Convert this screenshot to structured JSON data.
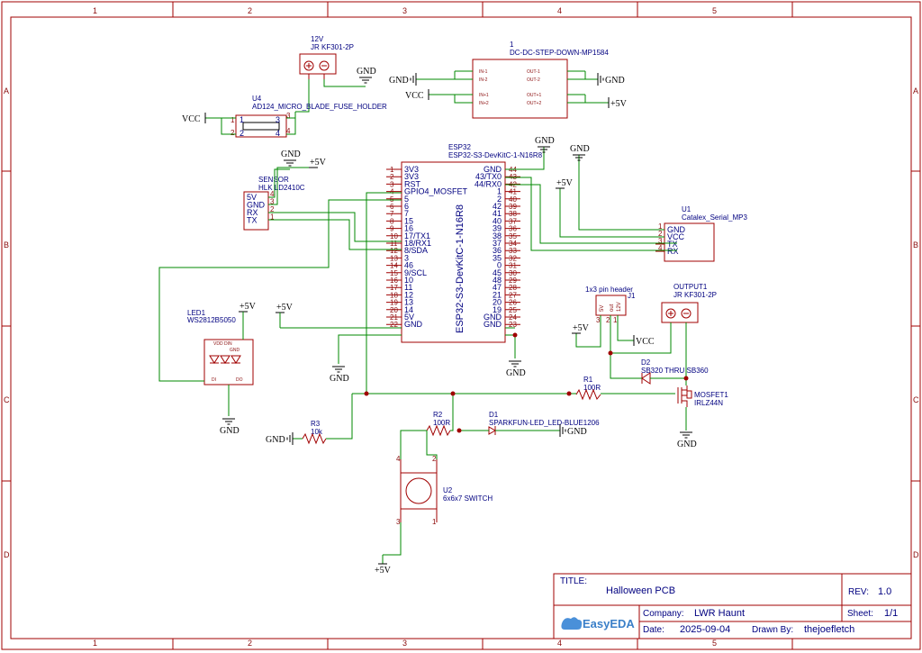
{
  "border": {
    "cols": [
      "1",
      "2",
      "3",
      "4",
      "5"
    ],
    "rows": [
      "A",
      "B",
      "C",
      "D"
    ]
  },
  "components": {
    "j12v": {
      "ref": "12V",
      "value": "JR KF301-2P"
    },
    "u4": {
      "ref": "U4",
      "value": "AD124_MICRO_BLADE_FUSE_HOLDER"
    },
    "dcdc": {
      "ref": "1",
      "value": "DC-DC-STEP-DOWN-MP1584"
    },
    "esp32": {
      "ref": "ESP32",
      "value": "ESP32-S3-DevKitC-1-N16R8",
      "body_label": "ESP32-S3-DevKitC-1-N16R8"
    },
    "sensor": {
      "ref": "SENSOR",
      "value": "HLK LD2410C"
    },
    "u1": {
      "ref": "U1",
      "value": "Catalex_Serial_MP3"
    },
    "header": {
      "ref": "1x3 pin header",
      "value": "J1"
    },
    "output1": {
      "ref": "OUTPUT1",
      "value": "JR KF301-2P"
    },
    "led1": {
      "ref": "LED1",
      "value": "WS2812B5050"
    },
    "d2": {
      "ref": "D2",
      "value": "SB320 THRU SB360"
    },
    "r1": {
      "ref": "R1",
      "value": "100R"
    },
    "mosfet1": {
      "ref": "MOSFET1",
      "value": "IRLZ44N"
    },
    "r2": {
      "ref": "R2",
      "value": "100R"
    },
    "d1": {
      "ref": "D1",
      "value": "SPARKFUN-LED_LED-BLUE1206"
    },
    "r3": {
      "ref": "R3",
      "value": "10k"
    },
    "u2": {
      "ref": "U2",
      "value": "6x6x7 SWITCH"
    }
  },
  "esp_left_pins": [
    {
      "num": "1",
      "name": "3V3"
    },
    {
      "num": "2",
      "name": "3V3"
    },
    {
      "num": "3",
      "name": "RST"
    },
    {
      "num": "4",
      "name": "GPIO4_MOSFET"
    },
    {
      "num": "5",
      "name": "5"
    },
    {
      "num": "6",
      "name": "6"
    },
    {
      "num": "7",
      "name": "7"
    },
    {
      "num": "8",
      "name": "15"
    },
    {
      "num": "9",
      "name": "16"
    },
    {
      "num": "10",
      "name": "17/TX1"
    },
    {
      "num": "11",
      "name": "18/RX1"
    },
    {
      "num": "12",
      "name": "8/SDA"
    },
    {
      "num": "13",
      "name": "3"
    },
    {
      "num": "14",
      "name": "46"
    },
    {
      "num": "15",
      "name": "9/SCL"
    },
    {
      "num": "16",
      "name": "10"
    },
    {
      "num": "17",
      "name": "11"
    },
    {
      "num": "18",
      "name": "12"
    },
    {
      "num": "19",
      "name": "13"
    },
    {
      "num": "20",
      "name": "14"
    },
    {
      "num": "21",
      "name": "5V"
    },
    {
      "num": "22",
      "name": "GND"
    }
  ],
  "esp_right_pins": [
    {
      "num": "44",
      "name": "GND"
    },
    {
      "num": "43",
      "name": "43/TX0"
    },
    {
      "num": "42",
      "name": "44/RX0"
    },
    {
      "num": "41",
      "name": "1"
    },
    {
      "num": "40",
      "name": "2"
    },
    {
      "num": "39",
      "name": "42"
    },
    {
      "num": "38",
      "name": "41"
    },
    {
      "num": "37",
      "name": "40"
    },
    {
      "num": "36",
      "name": "39"
    },
    {
      "num": "35",
      "name": "38"
    },
    {
      "num": "34",
      "name": "37"
    },
    {
      "num": "33",
      "name": "36"
    },
    {
      "num": "32",
      "name": "35"
    },
    {
      "num": "31",
      "name": "0"
    },
    {
      "num": "30",
      "name": "45"
    },
    {
      "num": "29",
      "name": "48"
    },
    {
      "num": "28",
      "name": "47"
    },
    {
      "num": "27",
      "name": "21"
    },
    {
      "num": "26",
      "name": "20"
    },
    {
      "num": "25",
      "name": "19"
    },
    {
      "num": "24",
      "name": "GND"
    },
    {
      "num": "23",
      "name": "GND"
    }
  ],
  "sensor_pins": [
    {
      "num": "4",
      "name": "5V"
    },
    {
      "num": "3",
      "name": "GND"
    },
    {
      "num": "2",
      "name": "RX"
    },
    {
      "num": "1",
      "name": "TX"
    }
  ],
  "mp3_pins": [
    {
      "num": "1",
      "name": "GND"
    },
    {
      "num": "2",
      "name": "VCC"
    },
    {
      "num": "3",
      "name": "TX"
    },
    {
      "num": "4",
      "name": "RX"
    }
  ],
  "header_pins": [
    {
      "num": "3",
      "name": "5V"
    },
    {
      "num": "2",
      "name": "out"
    },
    {
      "num": "1",
      "name": "12V"
    }
  ],
  "dcdc_pins": {
    "in1": "IN-1",
    "in2": "IN-2",
    "in3": "IN+1",
    "in4": "IN+2",
    "out1": "OUT-1",
    "out2": "OUT-2",
    "out3": "OUT+1",
    "out4": "OUT+2"
  },
  "led_inner": {
    "top": "VDD  DIN",
    "gnd": "GND",
    "di": "DI",
    "do": "DO"
  },
  "nets": {
    "gnd": "GND",
    "vcc": "VCC",
    "p5v": "+5V"
  },
  "title_block": {
    "title_label": "TITLE:",
    "title": "Halloween PCB",
    "rev_label": "REV:",
    "rev": "1.0",
    "company_label": "Company:",
    "company": "LWR Haunt",
    "sheet_label": "Sheet:",
    "sheet": "1/1",
    "date_label": "Date:",
    "date": "2025-09-04",
    "drawn_label": "Drawn By:",
    "drawn": "thejoefletch",
    "logo": "EasyEDA"
  }
}
